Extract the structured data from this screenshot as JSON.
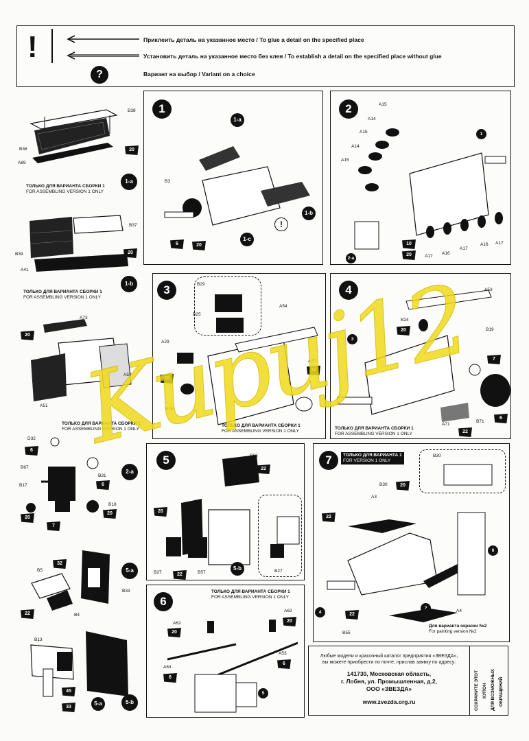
{
  "legend": {
    "glue": "Приклеить деталь на указанное место / To glue a detail on the specified place",
    "no_glue": "Установить деталь на указанное место без клея / To establish a detail on the specified place without glue",
    "variant": "Вариант на выбор / Variant on a choice",
    "excl": "!",
    "question": "?"
  },
  "notes": {
    "version1_ru": "ТОЛЬКО ДЛЯ ВАРИАНТА СБОРКИ 1",
    "version1_en": "FOR ASSEMBLING VERSION 1 ONLY",
    "version1_short_ru": "ТОЛЬКО ДЛЯ ВАРИАНТА 1",
    "version1_short_en": "FOR VERSION 1 ONLY",
    "painting_ru": "Для варианта окраски №2",
    "painting_en": "For painting version №2"
  },
  "steps": [
    "1",
    "2",
    "3",
    "4",
    "5",
    "6",
    "7"
  ],
  "sub_steps": [
    "1-a",
    "1-b",
    "1-c",
    "2-a",
    "5-a",
    "5-b"
  ],
  "left": {
    "s1a_parts": [
      "B38",
      "B36",
      "A89",
      "20"
    ],
    "s1b_parts": [
      "B37",
      "B39",
      "A41",
      "20"
    ],
    "s3_parts": [
      "A73",
      "20",
      "A52",
      "A51"
    ],
    "s2a_parts": [
      "D32",
      "6",
      "B67",
      "B31",
      "6",
      "B17",
      "20",
      "7",
      "B18",
      "20"
    ],
    "s5a_parts": [
      "32",
      "B5",
      "B33",
      "22",
      "B4"
    ],
    "s5b_parts": [
      "B13",
      "45",
      "33"
    ]
  },
  "step1_parts": [
    "1-a",
    "B3",
    "6",
    "20",
    "1-c",
    "1-b"
  ],
  "step2_parts": [
    "A15",
    "A14",
    "A15",
    "A14",
    "A15",
    "1",
    "2-a",
    "10",
    "20",
    "A17",
    "A16",
    "A17",
    "A16",
    "A17"
  ],
  "step3_parts": [
    "B29",
    "B25",
    "A54",
    "A29",
    "20",
    "A70",
    "22",
    "B25"
  ],
  "step4_parts": [
    "A53",
    "B24",
    "20",
    "3",
    "B19",
    "7",
    "B71",
    "6",
    "A71",
    "22"
  ],
  "step5_parts": [
    "B63",
    "22",
    "20",
    "B27",
    "22",
    "B57",
    "5-b",
    "B27"
  ],
  "step6_parts": [
    "A62",
    "20",
    "A62",
    "20",
    "A53",
    "6",
    "A63",
    "6",
    "5"
  ],
  "step7_parts": [
    "B30",
    "B30",
    "20",
    "A3",
    "22",
    "6",
    "4",
    "A4",
    "22",
    "B55"
  ],
  "promo": {
    "line1": "Любые модели и красочный каталог предприятия «ЗВЕЗДА»,",
    "line2": "вы можете приобрести по почте, прислав заявку по адресу:",
    "line3": "141730, Московская область,",
    "line4": "г. Лобня, ул. Промышленная, д.2,",
    "line5": "ООО «ЗВЕЗДА»",
    "line6": "www.zvezda.org.ru",
    "side1": "СОХРАНИТЕ ЭТОТ",
    "side2": "КУПОН",
    "side3": "ДЛЯ ВОЗМОЖНЫХ",
    "side4": "ОБРАЩЕНИЙ"
  },
  "watermark": "Kupuj12"
}
